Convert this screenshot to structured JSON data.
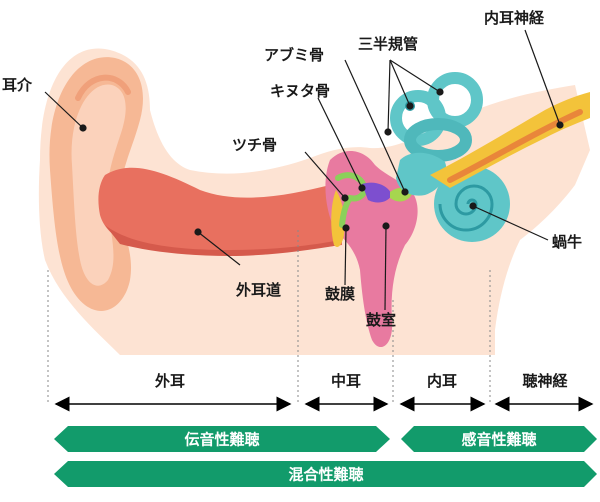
{
  "labels": {
    "pinna": "耳介",
    "ear_canal": "外耳道",
    "malleus": "ツチ骨",
    "incus": "キヌタ骨",
    "stapes": "アブミ骨",
    "semicircular_canals": "三半規管",
    "inner_ear_nerve": "内耳神経",
    "cochlea": "蝸牛",
    "eardrum": "鼓膜",
    "tympanic_cavity": "鼓室"
  },
  "sections": {
    "outer_ear": "外耳",
    "middle_ear": "中耳",
    "inner_ear": "内耳",
    "auditory_nerve": "聴神経"
  },
  "hearing_loss": {
    "conductive": "伝音性難聴",
    "sensorineural": "感音性難聴",
    "mixed": "混合性難聴"
  },
  "colors": {
    "skin_light": "#fde3d3",
    "skin_mid": "#f6b895",
    "canal": "#e8705f",
    "canal_dark": "#d55a4c",
    "middle_ear": "#e87aa0",
    "inner_ear": "#5fc6c8",
    "inner_ear_dark": "#2d9aa2",
    "nerve": "#f3c33a",
    "nerve_orange": "#e9863a",
    "band_green": "#129b6b",
    "text": "#1a1a1a"
  }
}
